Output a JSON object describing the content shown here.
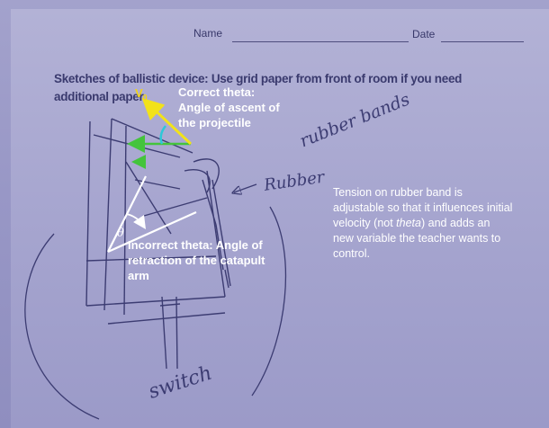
{
  "header": {
    "name_label": "Name",
    "date_label": "Date"
  },
  "worksheet": {
    "instruction_line1": "Sketches of ballistic device: Use grid paper from front of room if you need",
    "instruction_line2": "additional paper"
  },
  "handwriting": {
    "rubber_bands": "rubber bands",
    "rubber": "Rubber",
    "switch": "switch"
  },
  "annotations": {
    "velocity_symbol": "V",
    "velocity_subscript": "0",
    "correct_theta_line1": "Correct theta:",
    "correct_theta_line2": "Angle of ascent of",
    "correct_theta_line3": "the projectile",
    "theta_symbol": "θ",
    "incorrect_theta_line1": "Incorrect theta: Angle of",
    "incorrect_theta_line2": "retraction of the catapult",
    "incorrect_theta_line3": "arm",
    "note_part1": "Tension on rubber band is adjustable so that it influences initial velocity (not ",
    "note_italic": "theta",
    "note_part2": ") and adds an new variable the teacher wants to control."
  },
  "colors": {
    "velocity_arrow": "#f2e21a",
    "horizontal_arrow": "#44c43c",
    "angle_arc": "#2ec8d8",
    "annotation_text": "#ffffff",
    "pencil": "#3c3c72"
  }
}
